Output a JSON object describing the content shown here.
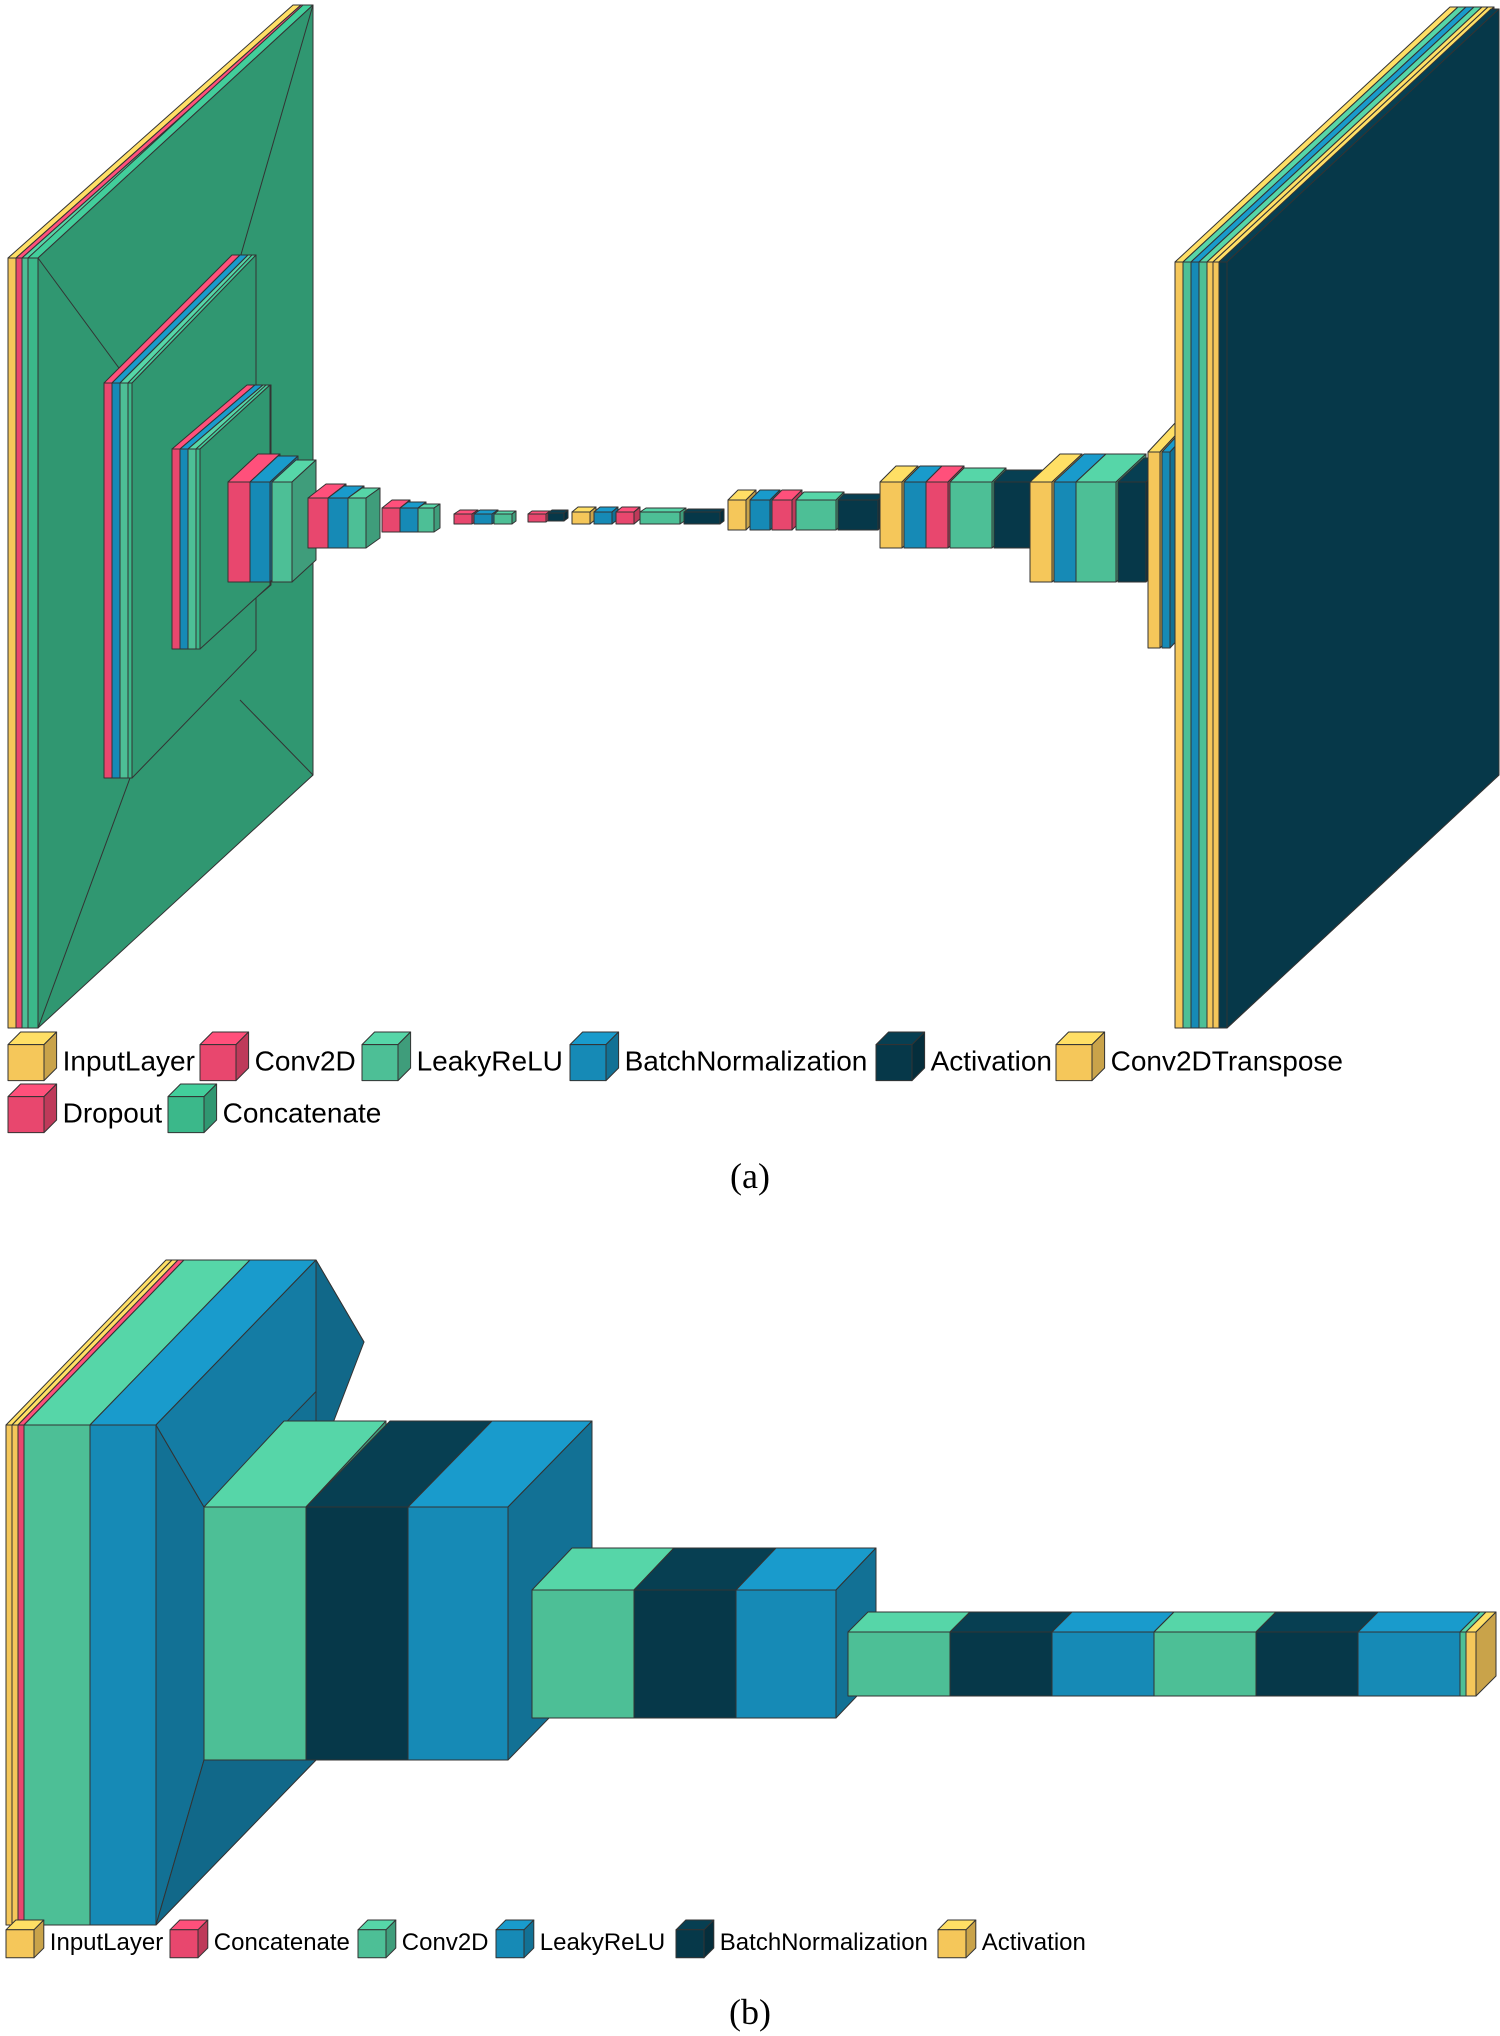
{
  "colors": {
    "input": "#F5C75A",
    "conv2d": "#E8476E",
    "leaky": "#4DBF96",
    "bn": "#168AB6",
    "activation": "#063849",
    "transpose": "#F5C75A",
    "dropout": "#E8476E",
    "concatenate": "#3BB88A",
    "edge": "#333333"
  },
  "panel_a": {
    "caption": "(a)",
    "legend": [
      {
        "label": "InputLayer",
        "color": "input"
      },
      {
        "label": "Conv2D",
        "color": "conv2d"
      },
      {
        "label": "LeakyReLU",
        "color": "leaky"
      },
      {
        "label": "BatchNormalization",
        "color": "bn"
      },
      {
        "label": "Activation",
        "color": "activation"
      },
      {
        "label": "Conv2DTranspose",
        "color": "transpose"
      },
      {
        "label": "Dropout",
        "color": "dropout"
      },
      {
        "label": "Concatenate",
        "color": "concatenate"
      }
    ]
  },
  "panel_b": {
    "caption": "(b)",
    "legend": [
      {
        "label": "InputLayer",
        "color": "input"
      },
      {
        "label": "Concatenate",
        "color": "conv2d"
      },
      {
        "label": "Conv2D",
        "color": "leaky"
      },
      {
        "label": "LeakyReLU",
        "color": "bn"
      },
      {
        "label": "BatchNormalization",
        "color": "activation"
      },
      {
        "label": "Activation",
        "color": "input"
      }
    ]
  }
}
